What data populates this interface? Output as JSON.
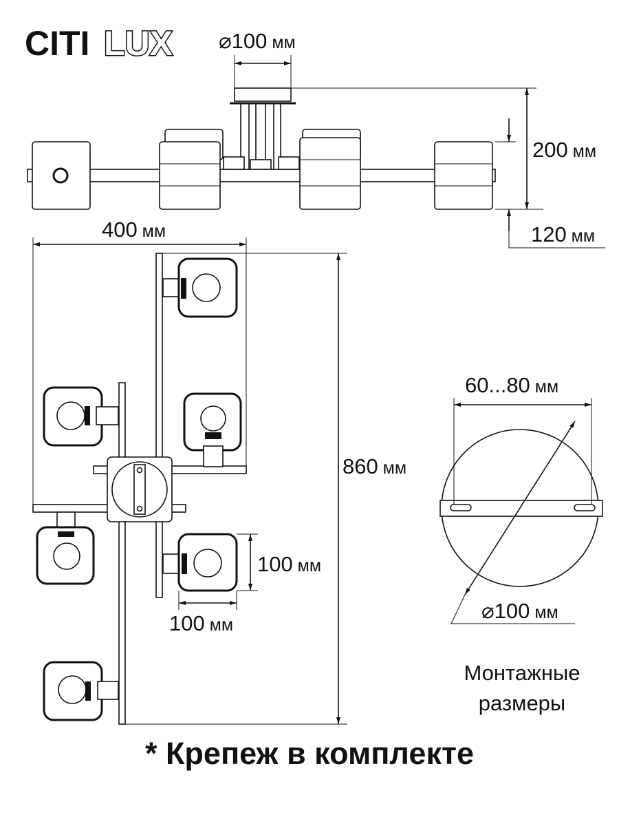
{
  "brand": {
    "citi": "CITI",
    "lux": "LUX"
  },
  "dimensions": {
    "canopy_diameter": {
      "prefix": "⌀100",
      "unit": " мм"
    },
    "height_total": {
      "value": "200",
      "unit": " мм"
    },
    "height_min": {
      "value": "120",
      "unit": " мм"
    },
    "width": {
      "value": "400",
      "unit": " мм"
    },
    "length": {
      "value": "860",
      "unit": " мм"
    },
    "shade_height": {
      "value": "100",
      "unit": " мм"
    },
    "shade_width": {
      "value": "100",
      "unit": " мм"
    },
    "mount_spacing": {
      "value": "60...80",
      "unit": " мм"
    },
    "mount_diameter": {
      "prefix": "⌀100",
      "unit": " мм"
    }
  },
  "mounting_caption": {
    "line1": "Монтажные",
    "line2": "размеры"
  },
  "footer_note": "* Крепеж в комплекте"
}
